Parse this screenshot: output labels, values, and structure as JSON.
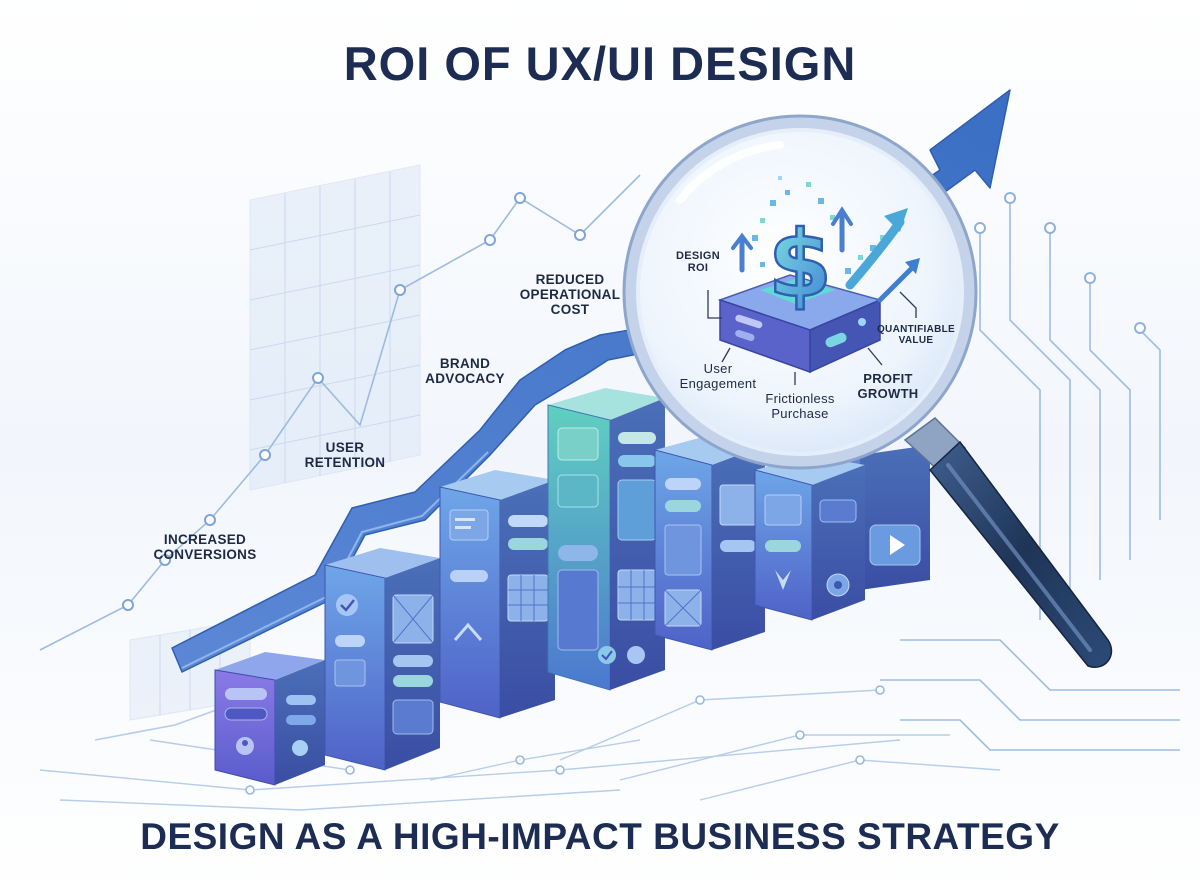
{
  "header": {
    "title": "ROI OF UX/UI DESIGN"
  },
  "footer": {
    "subtitle": "DESIGN AS A HIGH-IMPACT BUSINESS STRATEGY"
  },
  "growth_labels": [
    {
      "line1": "INCREASED",
      "line2": "CONVERSIONS"
    },
    {
      "line1": "USER",
      "line2": "RETENTION"
    },
    {
      "line1": "BRAND",
      "line2": "ADVOCACY"
    },
    {
      "line1": "REDUCED",
      "line2": "OPERATIONAL",
      "line3": "COST"
    }
  ],
  "lens_labels": {
    "design_roi": {
      "line1": "DESIGN",
      "line2": "ROI"
    },
    "quantifiable_value": {
      "line1": "QUANTIFIABLE",
      "line2": "VALUE"
    },
    "user_engagement": {
      "line1": "User",
      "line2": "Engagement"
    },
    "frictionless_purchase": {
      "line1": "Frictionless",
      "line2": "Purchase"
    },
    "profit_growth": {
      "line1": "PROFIT",
      "line2": "GROWTH"
    }
  },
  "icons": [
    "dollar-icon",
    "checkmark-icon",
    "user-icon",
    "grid-icon",
    "gear-icon",
    "play-icon",
    "arrow-up-icon"
  ],
  "colors": {
    "title": "#1c2c52",
    "arrow": "#3f7fcf",
    "block_top": "#8fb6ea",
    "block_front": "#5576cf",
    "block_teal": "#4cc0b8",
    "lens_rim": "#b7c7e2",
    "handle": "#1f3557"
  }
}
